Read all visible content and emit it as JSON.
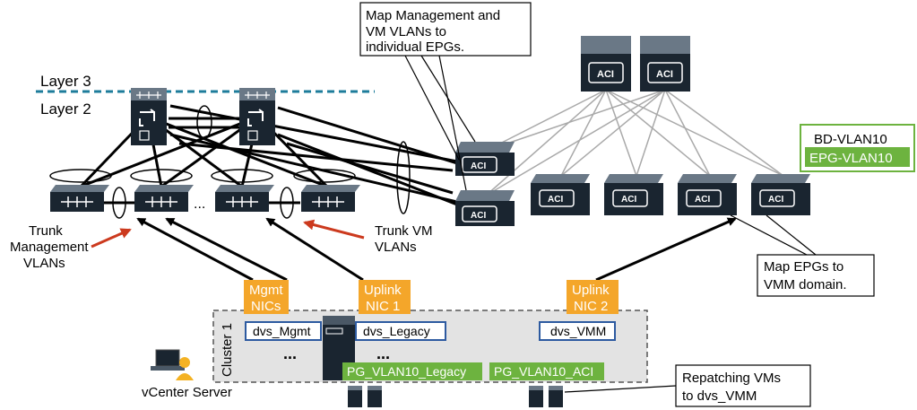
{
  "labels": {
    "layer3": "Layer 3",
    "layer2": "Layer 2",
    "trunk_mgmt": [
      "Trunk",
      "Management",
      "VLANs"
    ],
    "trunk_vm": [
      "Trunk VM",
      "VLANs"
    ],
    "dots_switches": "...",
    "cluster": "Cluster 1",
    "vcenter": "vCenter Server",
    "dots_dvs_left": "...",
    "dots_dvs_mid": "..."
  },
  "callouts": {
    "map_mgmt": [
      "Map Management and",
      "VM VLANs to",
      "individual EPGs."
    ],
    "map_epgs": [
      "Map EPGs to",
      "VMM domain."
    ],
    "repatching": [
      "Repatching VMs",
      "to dvs_VMM"
    ]
  },
  "orange_tags": {
    "mgmt_nics": [
      "Mgmt",
      "NICs"
    ],
    "uplink1": [
      "Uplink",
      "NIC 1"
    ],
    "uplink2": [
      "Uplink",
      "NIC 2"
    ]
  },
  "dvs": {
    "mgmt": "dvs_Mgmt",
    "legacy": "dvs_Legacy",
    "vmm": "dvs_VMM"
  },
  "port_groups": {
    "legacy": "PG_VLAN10_Legacy",
    "aci": "PG_VLAN10_ACI"
  },
  "bd_box": {
    "bd": "BD-VLAN10",
    "epg": "EPG-VLAN10"
  },
  "aci_label": "ACI",
  "colors": {
    "layer_dash": "#1e7c9b",
    "device_dark": "#1a2530",
    "device_top": "#6a7886",
    "orange": "#f4a62a",
    "green": "#6db33f",
    "dvs_border": "#2d5aa0",
    "red_arrow": "#cc3a1e",
    "cluster_fill": "#e3e3e3",
    "fabric_link": "#a9a9a9",
    "vcenter_person": "#f4b223"
  }
}
